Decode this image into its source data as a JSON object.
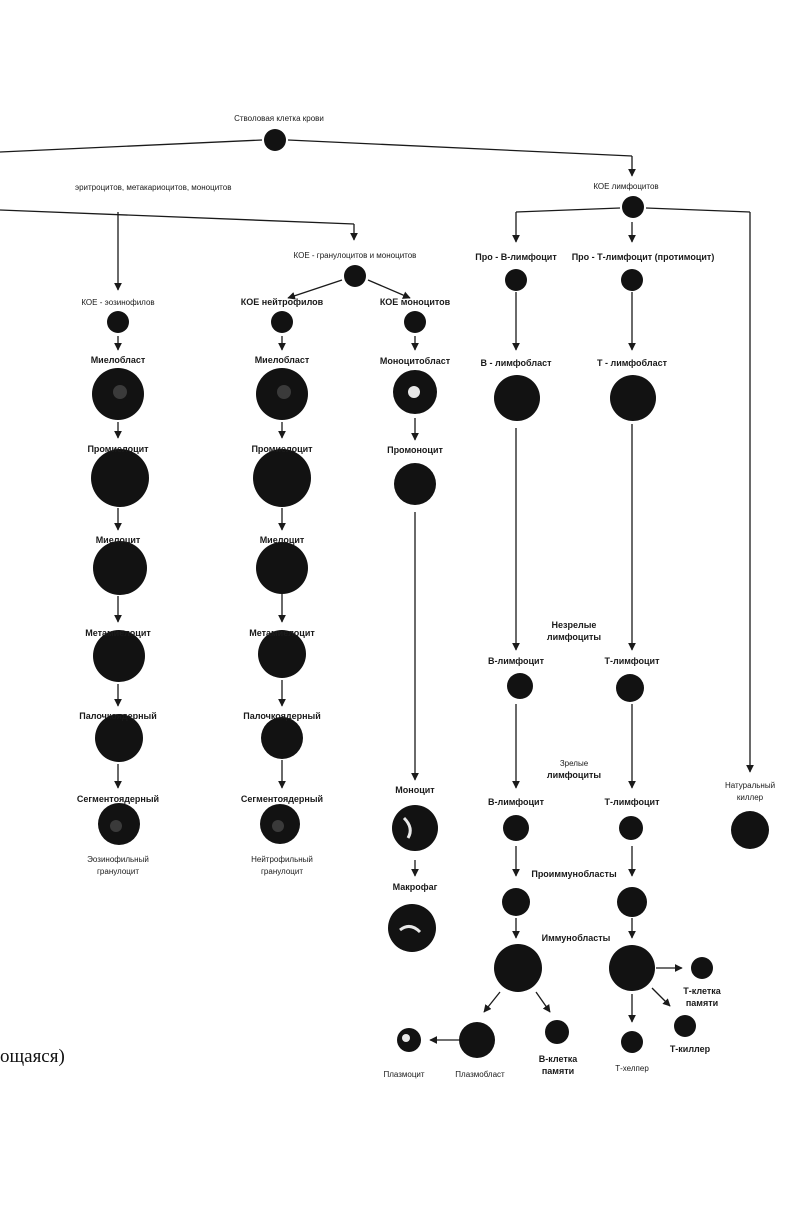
{
  "diagram": {
    "root": "Стволовая клетка крови",
    "cfu_myeloid_partial": "эритроцитов, метакариоцитов, моноцитов",
    "cfu_lymph": "КОЕ лимфоцитов",
    "cfu_gm": "КОЕ - гранулоцитов и моноцитов",
    "eosinophil_col": {
      "cfu": "КОЕ - эозинофилов",
      "stages": [
        "Миелобласт",
        "Промиелоцит",
        "Миелоцит",
        "Метамиелоцит",
        "Палочкоядерный",
        "Сегментоядерный"
      ],
      "final": [
        "Эозинофильный",
        "гранулоцит"
      ]
    },
    "neutrophil_col": {
      "cfu": "КОЕ нейтрофилов",
      "stages": [
        "Миелобласт",
        "Промиелоцит",
        "Миелоцит",
        "Метамиелоцит",
        "Палочкоядерный",
        "Сегментоядерный"
      ],
      "final": [
        "Нейтрофильный",
        "гранулоцит"
      ]
    },
    "monocyte_col": {
      "cfu": "КОЕ моноцитов",
      "stages": [
        "Моноцитобласт",
        "Промоноцит",
        "Моноцит",
        "Макрофаг"
      ]
    },
    "b_col": {
      "pro": "Про - В-лимфоцит",
      "blast": "В - лимфобласт",
      "immature": "В-лимфоцит",
      "mature": "В-лимфоцит"
    },
    "t_col": {
      "pro": "Про - Т-лимфоцит (протимоцит)",
      "blast": "Т - лимфобласт",
      "immature": "Т-лимфоцит",
      "mature": "Т-лимфоцит"
    },
    "immature_lymph": [
      "Незрелые",
      "лимфоциты"
    ],
    "mature_lymph": [
      "Зрелые",
      "лимфоциты"
    ],
    "nk": [
      "Натуральный",
      "киллер"
    ],
    "proimmunoblasts": "Проиммунобласты",
    "immunoblasts": "Иммунобласты",
    "plasmocyte": "Плазмоцит",
    "plasmoblast": "Плазмобласт",
    "b_memory": [
      "В-клетка",
      "памяти"
    ],
    "t_helper": "Т-хелпер",
    "t_killer": "Т-киллер",
    "t_memory": [
      "Т-клетка",
      "памяти"
    ],
    "cutoff_text": "ощаяся)"
  }
}
